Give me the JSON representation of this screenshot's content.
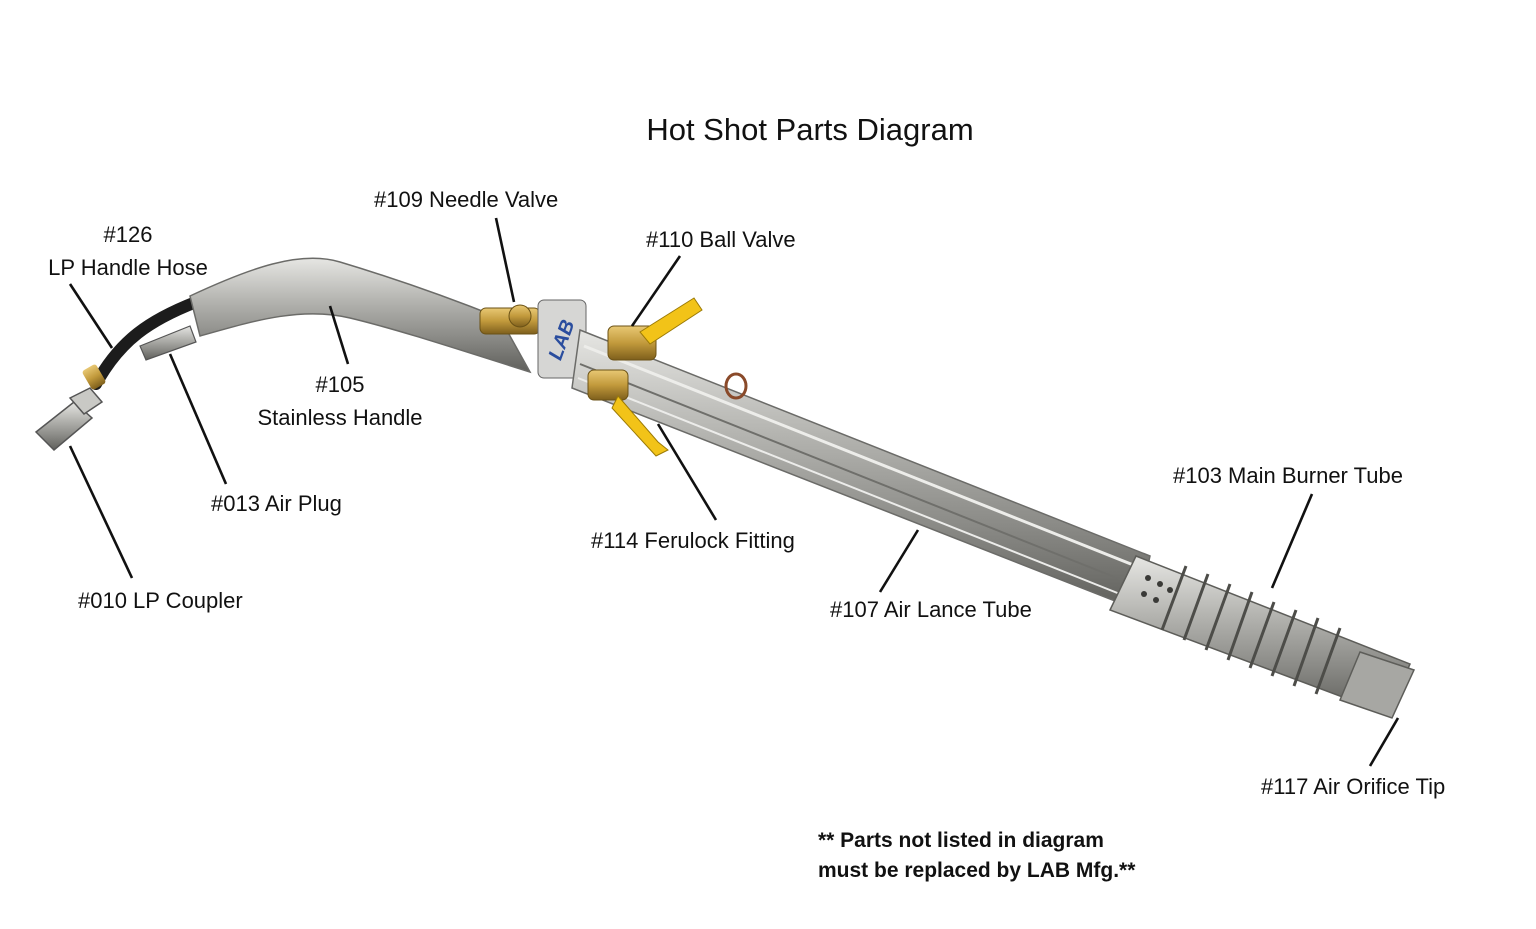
{
  "title": "Hot Shot  Parts Diagram",
  "labels": {
    "lp_handle_hose_number": "#126",
    "lp_handle_hose_name": "LP Handle Hose",
    "needle_valve": "#109 Needle Valve",
    "ball_valve": "#110 Ball Valve",
    "stainless_handle_number": "#105",
    "stainless_handle_name": "Stainless Handle",
    "air_plug": "#013 Air Plug",
    "ferulock_fitting": "#114 Ferulock Fitting",
    "lp_coupler": "#010 LP Coupler",
    "main_burner_tube": "#103 Main Burner Tube",
    "air_lance_tube": "#107 Air Lance Tube",
    "air_orifice_tip": "#117 Air Orifice Tip"
  },
  "logo_text": "LAB",
  "note": {
    "line1": "** Parts not listed in diagram",
    "line2": "must be replaced by LAB Mfg.**"
  },
  "colors": {
    "steel": "#9b9b98",
    "brass": "#c29a3c",
    "valve_handle": "#f2c318",
    "hose": "#1c1c1c",
    "logo": "#2a4d9e"
  }
}
